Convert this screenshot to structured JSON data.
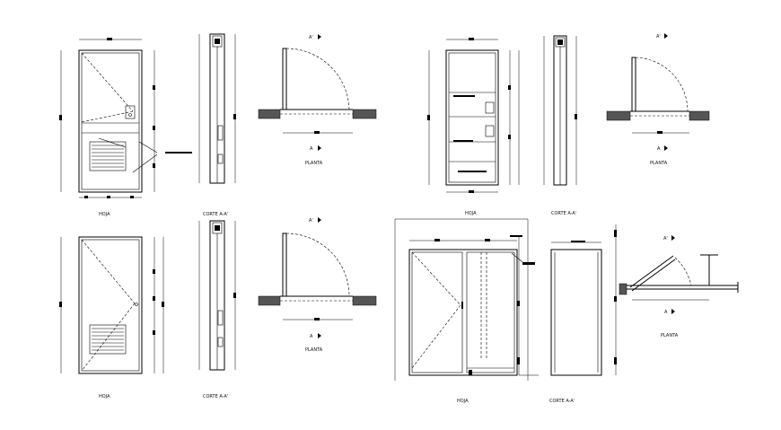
{
  "labels": {
    "hoja": "HOJA",
    "corte": "CORTE A-A'",
    "planta": "PLANTA",
    "section_top": "A'",
    "section_bottom": "A"
  }
}
